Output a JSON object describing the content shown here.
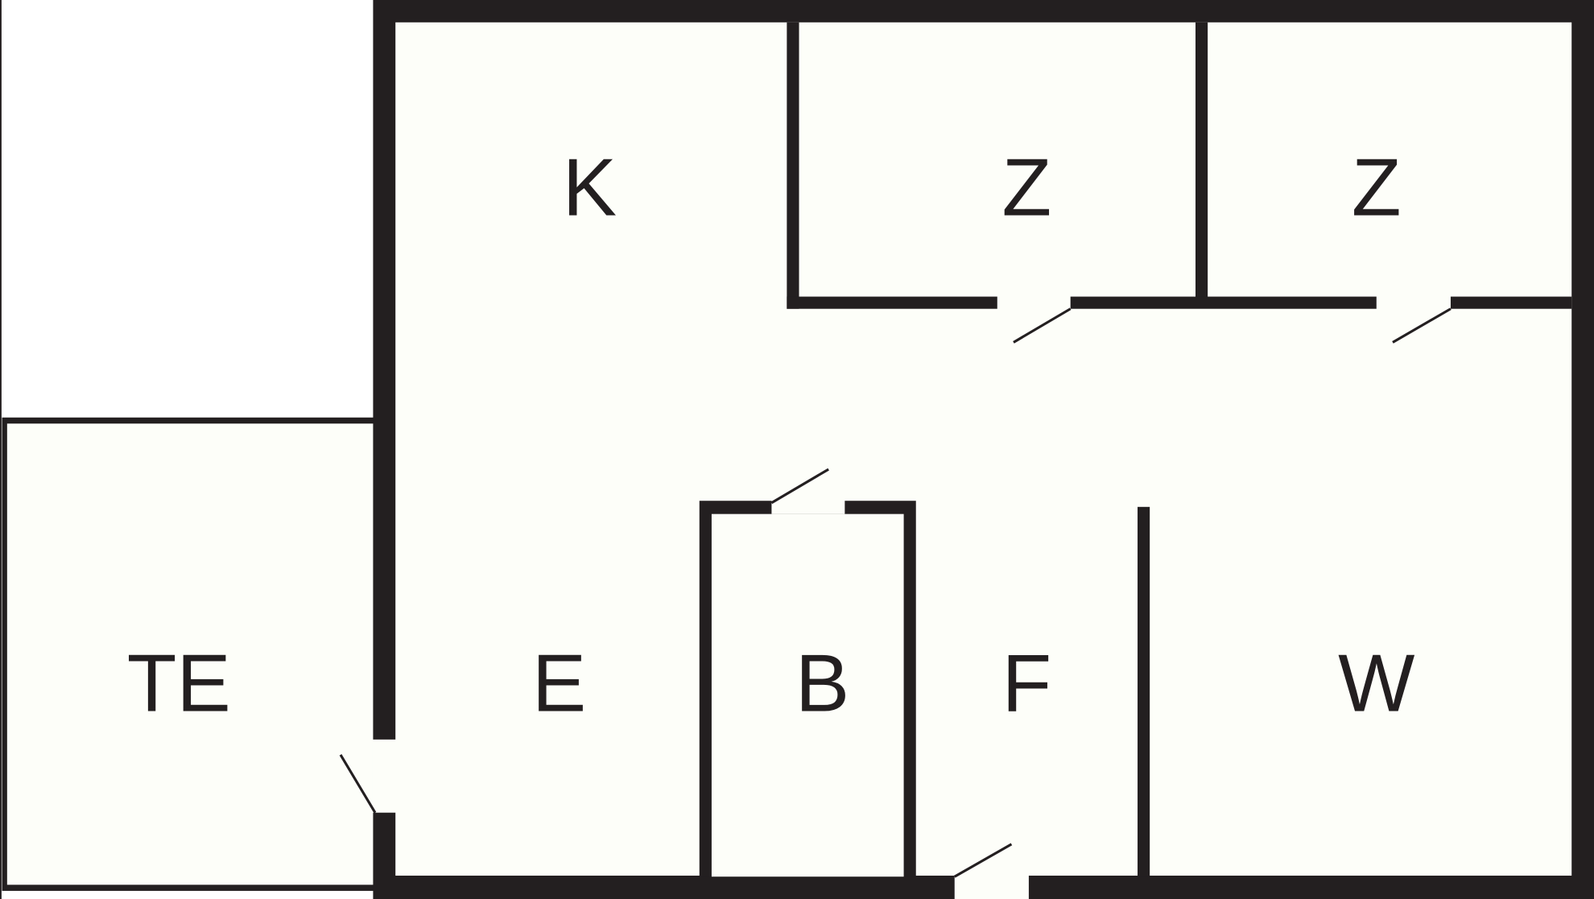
{
  "colors": {
    "wall": "#231f20",
    "floor": "#fdfef9",
    "background": "#ffffff"
  },
  "rooms": [
    {
      "label": "K"
    },
    {
      "label": "Z"
    },
    {
      "label": "Z"
    },
    {
      "label": "TE"
    },
    {
      "label": "E"
    },
    {
      "label": "B"
    },
    {
      "label": "F"
    },
    {
      "label": "W"
    }
  ]
}
